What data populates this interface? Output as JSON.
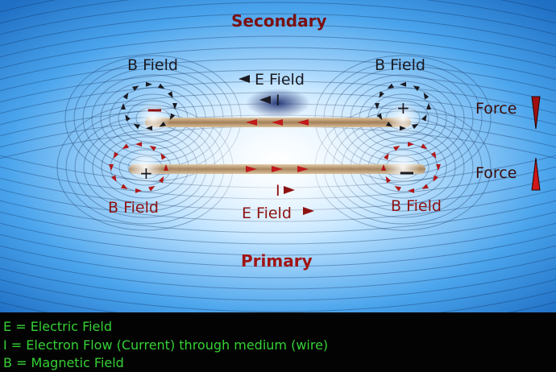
{
  "diagram": {
    "top_label": "Secondary",
    "bottom_label": "Primary",
    "b_field_label": "B Field",
    "e_field_label": "E Field",
    "current_label": "I",
    "force_label": "Force",
    "plus_sign": "+",
    "minus_sign": "−"
  },
  "legend": {
    "line1": "E = Electric Field",
    "line2": "I = Electron Flow (Current) through medium (wire)",
    "line3": "B = Magnetic Field"
  },
  "colors": {
    "field_blue": "#2f8fe0",
    "field_light": "#dff2ff",
    "arrow_red": "#b01818",
    "legend_green": "#35d035",
    "wire_tan": "#b8946a"
  }
}
